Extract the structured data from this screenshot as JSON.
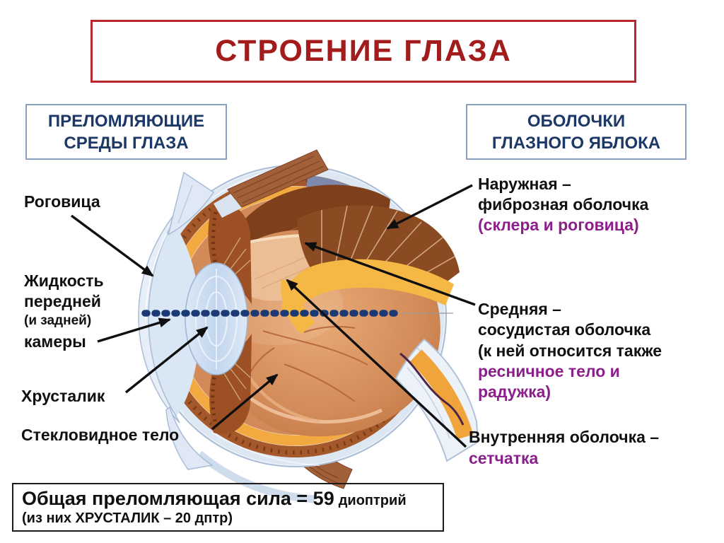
{
  "title": "СТРОЕНИЕ ГЛАЗА",
  "headers": {
    "left": {
      "line1": "ПРЕЛОМЛЯЮЩИЕ",
      "line2": "СРЕДЫ ГЛАЗА"
    },
    "right": {
      "line1": "ОБОЛОЧКИ",
      "line2": "ГЛАЗНОГО ЯБЛОКА"
    }
  },
  "labels": {
    "cornea": "Роговица",
    "aqueous": {
      "line1": "Жидкость",
      "line2": "передней",
      "line3": "(и задней)",
      "line4": "камеры"
    },
    "lens": "Хрусталик",
    "vitreous": "Стекловидное тело",
    "outer_membrane": {
      "line1": "Наружная –",
      "line2": "фиброзная оболочка",
      "line3": "(склера и роговица)"
    },
    "middle_membrane": {
      "line1": "Средняя –",
      "line2": "сосудистая оболочка",
      "line3": "(к ней относится также",
      "line4": "ресничное тело и",
      "line5": "радужка)"
    },
    "inner_membrane": {
      "line1": "Внутренняя оболочка –",
      "line2": "сетчатка"
    }
  },
  "footer": {
    "power_main": "Общая преломляющая сила = 59",
    "power_unit": "диоптрий",
    "power_detail": "(из них ХРУСТАЛИК – 20 дптр)"
  },
  "colors": {
    "title-red": "#a21c1c",
    "title-border": "#b8292f",
    "navy": "#1b3866",
    "box-border-blue": "#8aa0c0",
    "purple": "#8b1f8b",
    "text-black": "#101010",
    "axis-navy": "#1b3a75",
    "sclera-fill": "#eef3fa",
    "sclera-stroke": "#a9bdd6",
    "slate-interior": "#7e89ab",
    "choroid-brown": "#a5582a",
    "retina-yellow": "#f2a940",
    "vitreous-orange": "#d28a58",
    "lens-blue": "#c8daef",
    "muscle-brown": "#a2603a",
    "nerve-yellow": "#f0a53c"
  }
}
